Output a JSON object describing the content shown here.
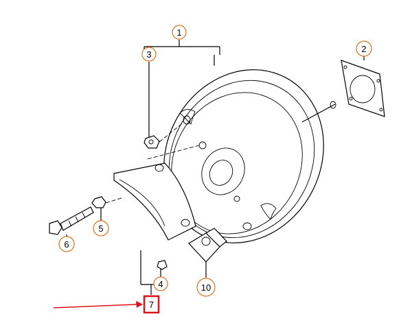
{
  "callouts": {
    "c1": "1",
    "c2": "2",
    "c3": "3",
    "c4": "4",
    "c5": "5",
    "c6": "6",
    "c7": "7",
    "c10": "10"
  },
  "colors": {
    "callout_stroke": "#e0701e",
    "highlight": "#e0101a",
    "arrow": "#e0101a",
    "line": "#000000"
  }
}
